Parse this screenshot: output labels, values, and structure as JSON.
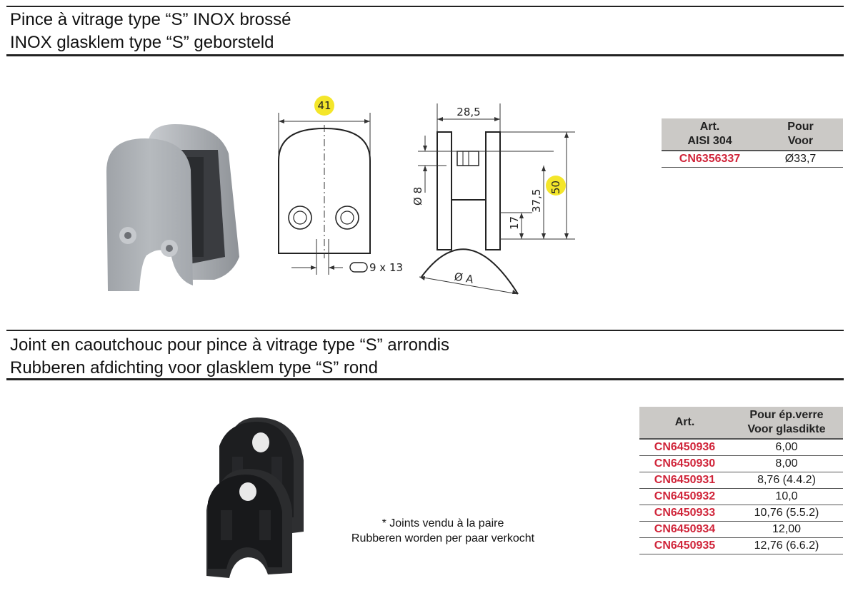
{
  "section1": {
    "title_fr": "Pince à vitrage type “S” INOX brossé",
    "title_nl": "INOX glasklem type “S” geborsteld",
    "drawing": {
      "width_label": "41",
      "height_label": "50",
      "depth_label": "28,5",
      "dia_label": "Ø 8",
      "dim_375": "37,5",
      "dim_17": "17",
      "slot_label": "9 x 13",
      "arc_label": "Ø A"
    },
    "table": {
      "header_art": "Art.",
      "header_aisi": "AISI 304",
      "header_pour": "Pour",
      "header_voor": "Voor",
      "rows": [
        {
          "art": "CN6356337",
          "value": "Ø33,7"
        }
      ]
    }
  },
  "section2": {
    "title_fr": "Joint en caoutchouc pour pince à vitrage type “S” arrondis",
    "title_nl": "Rubberen afdichting voor glasklem type “S” rond",
    "note_line1": "* Joints vendu à la paire",
    "note_line2": "Rubberen worden per paar verkocht",
    "table": {
      "header_art": "Art.",
      "header_value_fr": "Pour ép.verre",
      "header_value_nl": "Voor glasdikte",
      "rows": [
        {
          "art": "CN6450936",
          "value": "6,00"
        },
        {
          "art": "CN6450930",
          "value": "8,00"
        },
        {
          "art": "CN6450931",
          "value": "8,76 (4.4.2)"
        },
        {
          "art": "CN6450932",
          "value": "10,0"
        },
        {
          "art": "CN6450933",
          "value": "10,76 (5.5.2)"
        },
        {
          "art": "CN6450934",
          "value": "12,00"
        },
        {
          "art": "CN6450935",
          "value": "12,76 (6.6.2)"
        }
      ]
    }
  },
  "colors": {
    "article_red": "#d0253a",
    "table_header_grey": "#cbc9c6",
    "badge_yellow": "#f4e62a"
  }
}
